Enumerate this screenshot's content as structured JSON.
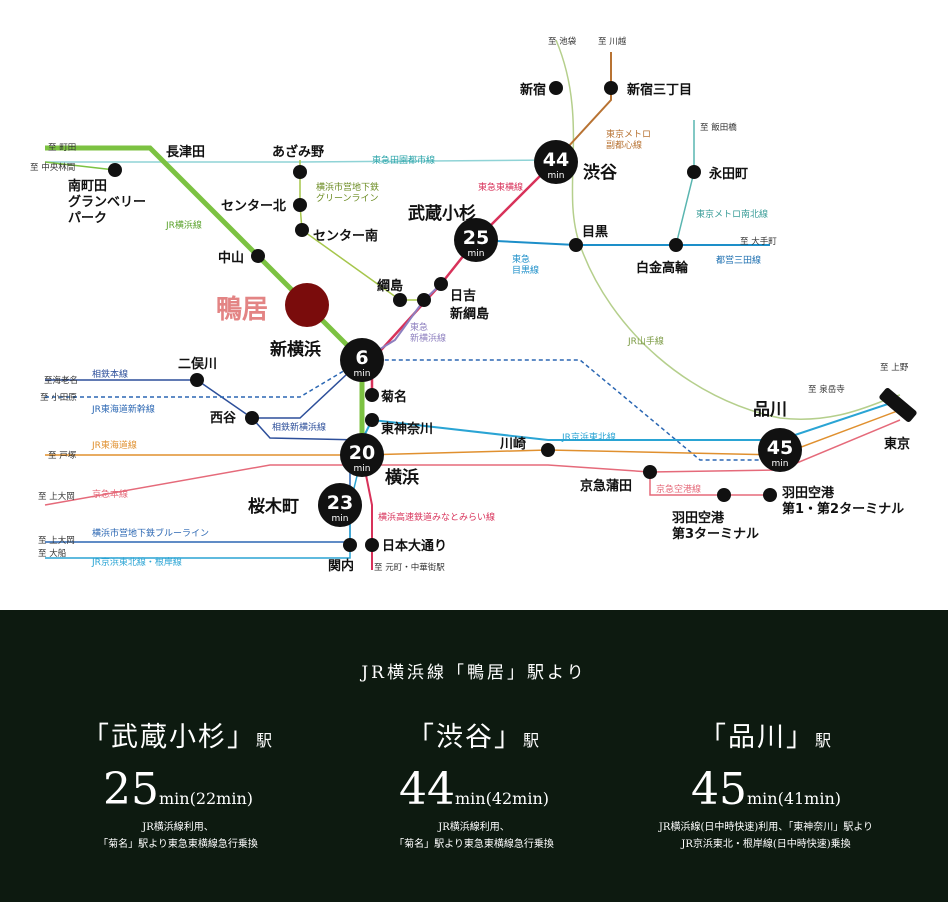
{
  "map": {
    "home_station": "鴨居",
    "stations": {
      "shinjuku": "新宿",
      "shinjuku3": "新宿三丁目",
      "shibuya": "渋谷",
      "nagatacho": "永田町",
      "minamimachida": "南町田\nグランベリー\nパーク",
      "nagatsuta": "長津田",
      "azamino": "あざみ野",
      "center_kita": "センター北",
      "center_minami": "センター南",
      "musashikosugi": "武蔵小杉",
      "meguro": "目黒",
      "shirokanetakanawa": "白金高輪",
      "nakayama": "中山",
      "tsunashima": "綱島",
      "hiyoshi": "日吉",
      "shintsunashima": "新綱島",
      "shinyokohama": "新横浜",
      "futamatagawa": "二俣川",
      "nishiya": "西谷",
      "kikuna": "菊名",
      "higashikanagawa": "東神奈川",
      "kawasaki": "川崎",
      "shinagawa": "品川",
      "tokyo": "東京",
      "yokohama": "横浜",
      "keikyukamata": "京急蒲田",
      "haneda3": "羽田空港\n第3ターミナル",
      "haneda12": "羽田空港\n第1・第2ターミナル",
      "sakuragicho": "桜木町",
      "nihonodori": "日本大通り",
      "kannai": "関内"
    },
    "directions": {
      "ikebukuro": "至 池袋",
      "kawagoe": "至 川越",
      "iidabashi": "至 飯田橋",
      "otemachi": "至 大手町",
      "machida": "至 町田",
      "chuorinkan": "至 中央林間",
      "ebina": "至海老名",
      "odawara": "至 小田原",
      "totsuka": "至 戸塚",
      "kamiooka1": "至 上大岡",
      "kamiooka2": "至 上大岡",
      "ofuna": "至 大船",
      "motomachi": "至 元町・中華街駅",
      "ueno": "至 上野",
      "sengakuji": "至 泉岳寺"
    },
    "lines": {
      "tokyu_denentoshi": "東急田園都市線",
      "greenline": "横浜市営地下鉄\nグリーンライン",
      "jr_yokohama": "JR横浜線",
      "tokyu_toyoko": "東急東横線",
      "fukutoshin": "東京メトロ\n副都心線",
      "namboku": "東京メトロ南北線",
      "mita": "都営三田線",
      "tokyu_meguro": "東急\n目黒線",
      "tokyu_shinyokohama": "東急\n新横浜線",
      "jr_yamanote": "JR山手線",
      "sotetsu": "相鉄本線",
      "shinkansen": "JR東海道新幹線",
      "sotetsu_shinyokohama": "相鉄新横浜線",
      "tokaido": "JR東海道線",
      "keihin_tohoku": "JR京浜東北線",
      "keikyu": "京急本線",
      "keikyu_airport": "京急空港線",
      "blueline": "横浜市営地下鉄ブルーライン",
      "negishi": "JR京浜東北線・根岸線",
      "minatomirai": "横浜高速鉄道みなとみらい線"
    },
    "badges": [
      {
        "id": "shibuya",
        "value": "44",
        "unit": "min"
      },
      {
        "id": "musashikosugi",
        "value": "25",
        "unit": "min"
      },
      {
        "id": "shinyokohama",
        "value": "6",
        "unit": "min"
      },
      {
        "id": "yokohama",
        "value": "20",
        "unit": "min"
      },
      {
        "id": "sakuragicho",
        "value": "23",
        "unit": "min"
      },
      {
        "id": "shinagawa",
        "value": "45",
        "unit": "min"
      }
    ],
    "colors": {
      "jr_yokohama": "#7cc242",
      "denentoshi": "#5ec3c8",
      "toyoko": "#d8325a",
      "fukutoshin": "#b87333",
      "namboku": "#59b5b0",
      "meguro": "#1d8fc9",
      "yamanote": "#a8c77a",
      "tokaido": "#e0902f",
      "keikyu": "#e56a7a",
      "keihin": "#2aa4d4",
      "sotetsu": "#2d4f9a",
      "shinkansen": "#2b67b3",
      "home": "#7a0c0c"
    }
  },
  "summary": {
    "heading": "JR横浜線「鴨居」駅より",
    "destinations": [
      {
        "name": "「武蔵小杉」",
        "suffix": "駅",
        "time": "25",
        "unit": "min",
        "alt": "(22min)",
        "note1": "JR横浜線利用、",
        "note2": "「菊名」駅より東急東横線急行乗換"
      },
      {
        "name": "「渋谷」",
        "suffix": "駅",
        "time": "44",
        "unit": "min",
        "alt": "(42min)",
        "note1": "JR横浜線利用、",
        "note2": "「菊名」駅より東急東横線急行乗換"
      },
      {
        "name": "「品川」",
        "suffix": "駅",
        "time": "45",
        "unit": "min",
        "alt": "(41min)",
        "note1": "JR横浜線(日中時快速)利用、「東神奈川」駅より",
        "note2": "JR京浜東北・根岸線(日中時快速)乗換"
      }
    ]
  }
}
